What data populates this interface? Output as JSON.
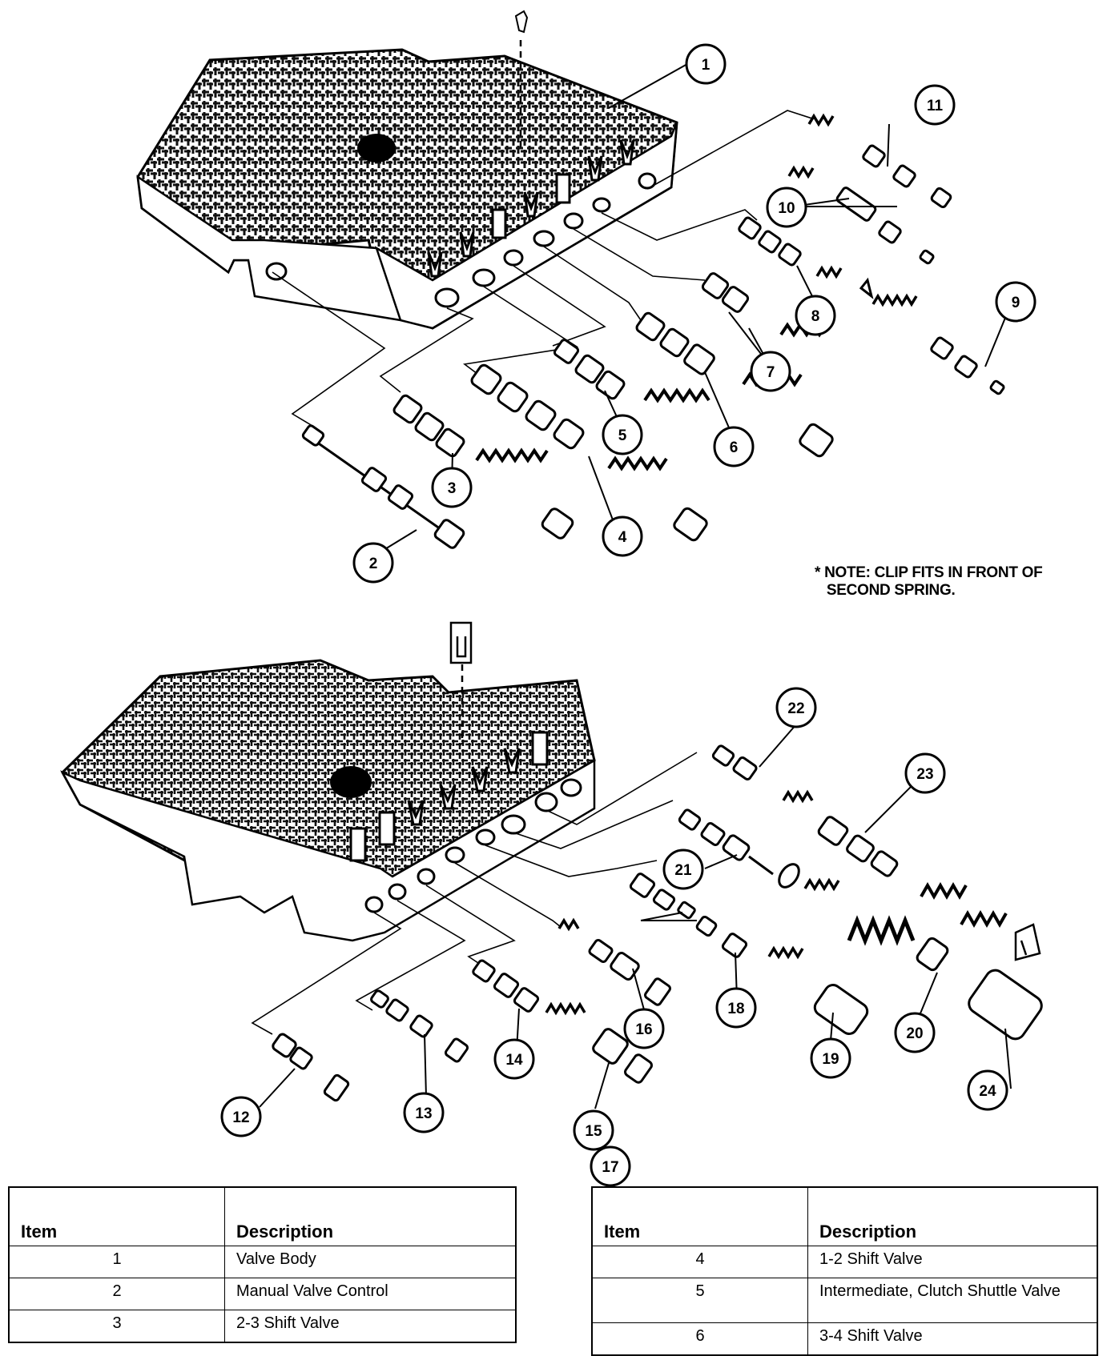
{
  "note": {
    "line1": "* NOTE: CLIP FITS IN FRONT OF",
    "line2": "   SECOND SPRING."
  },
  "callouts": [
    "1",
    "2",
    "3",
    "4",
    "5",
    "6",
    "7",
    "8",
    "9",
    "10",
    "11",
    "12",
    "13",
    "14",
    "15",
    "16",
    "17",
    "18",
    "19",
    "20",
    "21",
    "22",
    "23",
    "24"
  ],
  "table_left": {
    "headers": [
      "Item",
      "Description"
    ],
    "rows": [
      {
        "item": "1",
        "description": "Valve Body"
      },
      {
        "item": "2",
        "description": "Manual Valve Control"
      },
      {
        "item": "3",
        "description": "2-3 Shift Valve"
      }
    ]
  },
  "table_right": {
    "headers": [
      "Item",
      "Description"
    ],
    "rows": [
      {
        "item": "4",
        "description": "1-2 Shift Valve"
      },
      {
        "item": "5",
        "description": "Intermediate, Clutch Shuttle Valve"
      },
      {
        "item": "6",
        "description": "3-4 Shift Valve"
      }
    ]
  }
}
